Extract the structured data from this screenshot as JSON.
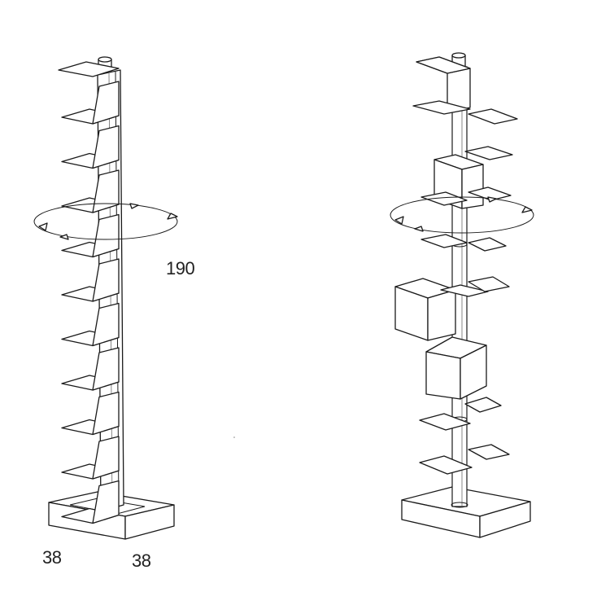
{
  "dimensions": {
    "height": "190",
    "width": "38",
    "depth": "38"
  },
  "left_tower": {
    "shelf_count": 10
  },
  "right_tower": {
    "shelf_count": 10
  },
  "colors": {
    "line": "#1a1a1a",
    "background": "#ffffff"
  }
}
